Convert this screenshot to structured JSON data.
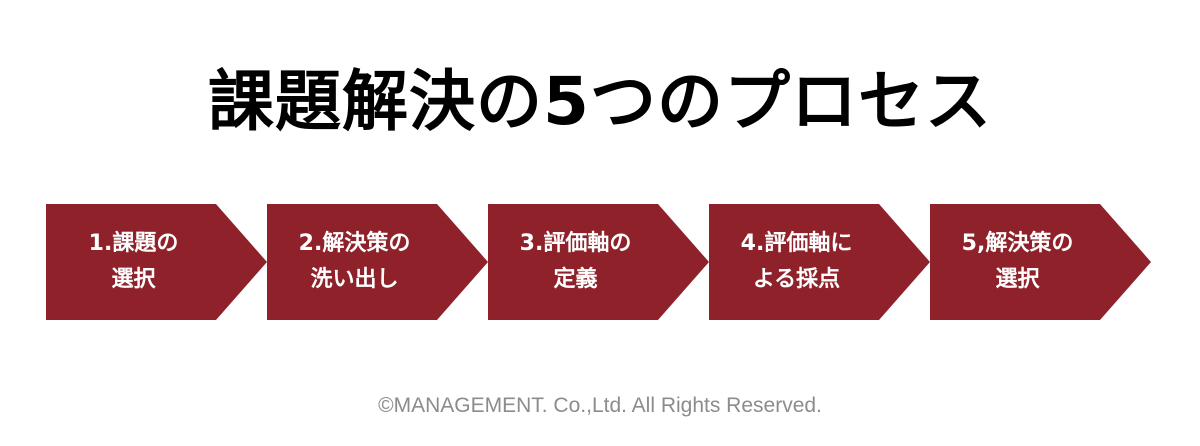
{
  "title": "課題解決の5つのプロセス",
  "steps": [
    {
      "label": "1.課題の\n選択"
    },
    {
      "label": "2.解決策の\n洗い出し"
    },
    {
      "label": "3.評価軸の\n定義"
    },
    {
      "label": "4.評価軸に\nよる採点"
    },
    {
      "label": "5,解決策の\n選択"
    }
  ],
  "footer": {
    "copyright": "©MANAGEMENT. Co.,Ltd. All Rights Reserved."
  },
  "colors": {
    "arrow_fill": "#8e2129",
    "arrow_text": "#ffffff",
    "title_text": "#000000",
    "footer_text": "#8c8c8c"
  }
}
